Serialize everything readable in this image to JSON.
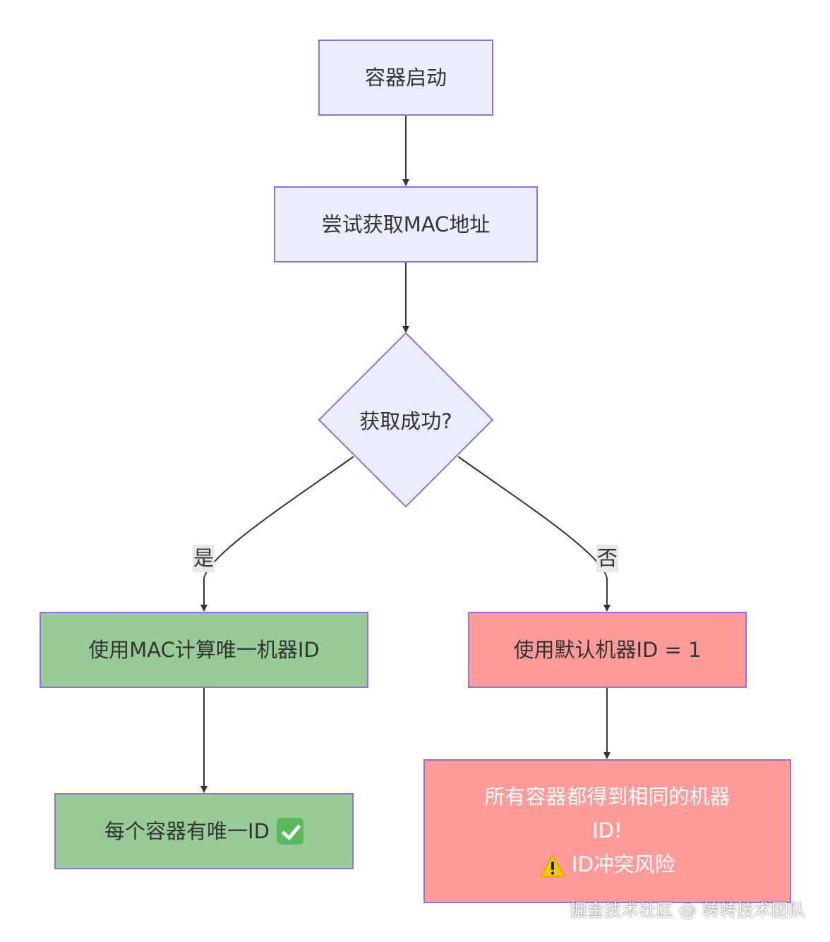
{
  "nodes": {
    "start": "容器启动",
    "get_mac": "尝试获取MAC地址",
    "decision": "获取成功?",
    "use_mac": "使用MAC计算唯一机器ID",
    "unique_id": "每个容器有唯一ID",
    "default_id": "使用默认机器ID = 1",
    "same_id_line1": "所有容器都得到相同的机器",
    "same_id_line2": "ID!",
    "conflict": "ID冲突风险"
  },
  "edges": {
    "yes": "是",
    "no": "否"
  },
  "icons": {
    "check": "check-mark-emoji",
    "warning": "warning-emoji"
  },
  "colors": {
    "purple_fill": "#ececff",
    "green_fill": "#98cb98",
    "red_fill": "#ff9b9b",
    "stroke": "#9370db"
  },
  "watermark": "掘金技术社区 @ 转转技术团队"
}
